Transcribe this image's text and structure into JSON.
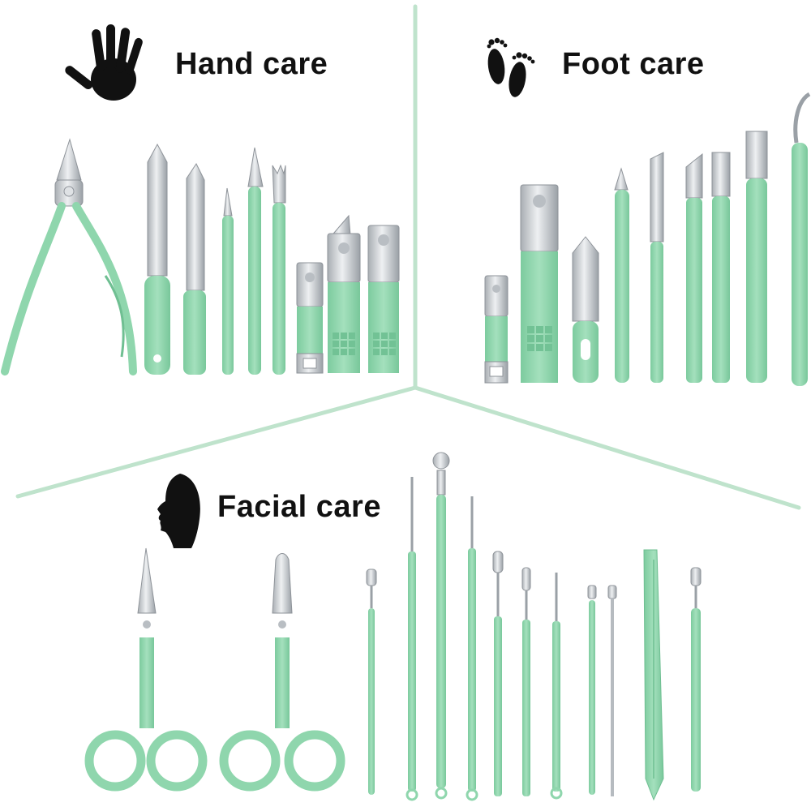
{
  "sections": {
    "hand": {
      "title": "Hand care",
      "icon": "hand-icon"
    },
    "foot": {
      "title": "Foot care",
      "icon": "footprints-icon"
    },
    "face": {
      "title": "Facial care",
      "icon": "face-profile-icon"
    }
  },
  "colors": {
    "tool_green": "#8fd6ad",
    "tool_green_dark": "#6fbf92",
    "metal": "#c9cdd1",
    "metal_dark": "#8e9399",
    "divider": "#bfe3cc",
    "icon_black": "#111111"
  }
}
